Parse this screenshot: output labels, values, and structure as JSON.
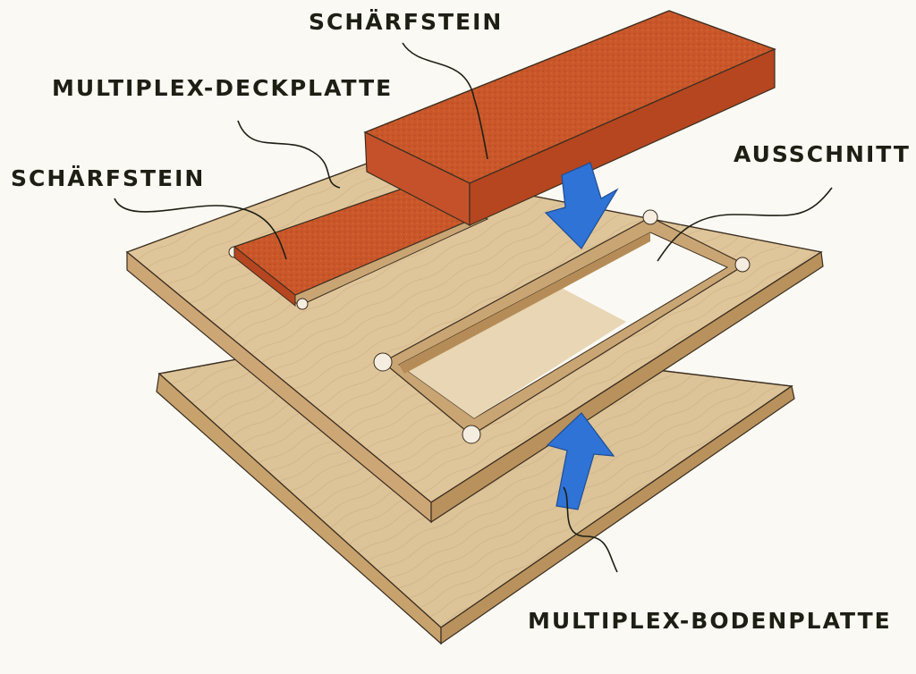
{
  "labels": {
    "sharpening_stone_top": "SCHÄRFSTEIN",
    "cover_plate": "MULTIPLEX-DECKPLATTE",
    "sharpening_stone_left": "SCHÄRFSTEIN",
    "cutout": "AUSSCHNITT",
    "base_plate": "MULTIPLEX-BODENPLATTE"
  },
  "arrows": {
    "down": "arrow-down-icon",
    "up": "arrow-up-icon"
  },
  "colors": {
    "background": "#fbf9f3",
    "plywood_top": "#dcc095",
    "plywood_edge": "#c9a46e",
    "stone_top": "#c9572a",
    "stone_side": "#b5461f",
    "arrow": "#2f73d6",
    "ink": "#1d1f14"
  }
}
